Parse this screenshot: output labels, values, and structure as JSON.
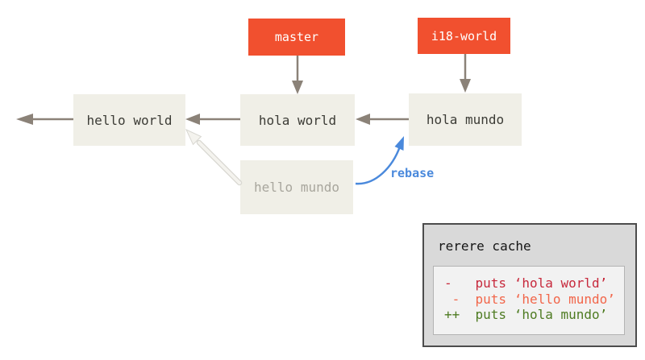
{
  "figure": {
    "branches": [
      {
        "label": "master",
        "color": "#f1502f",
        "text_color": "#ffffff"
      },
      {
        "label": "i18-world",
        "color": "#f1502f",
        "text_color": "#ffffff"
      }
    ],
    "commits": [
      {
        "label": "hello world"
      },
      {
        "label": "hola world"
      },
      {
        "label": "hola mundo"
      },
      {
        "label": "hello mundo",
        "muted_text_color": "#a8a69d"
      }
    ],
    "commit_box_color": "#f0efe7",
    "arrow_colors": {
      "history": "#8b8278",
      "discarded": "#f4f3ee",
      "rebase": "#4a89dc"
    },
    "rebase_label": {
      "text": "rebase",
      "color": "#4a89dc"
    }
  },
  "rerere_cache": {
    "title": "rerere cache",
    "panel_bg": "#d9d9d9",
    "diff_bg": "#f2f2f2",
    "lines": [
      {
        "text": "-   puts ‘hola world’",
        "color": "#c7293c"
      },
      {
        "text": " -  puts ‘hello mundo’",
        "color": "#f2664a"
      },
      {
        "text": "++  puts ‘hola mundo’",
        "color": "#4e7b22"
      }
    ]
  }
}
